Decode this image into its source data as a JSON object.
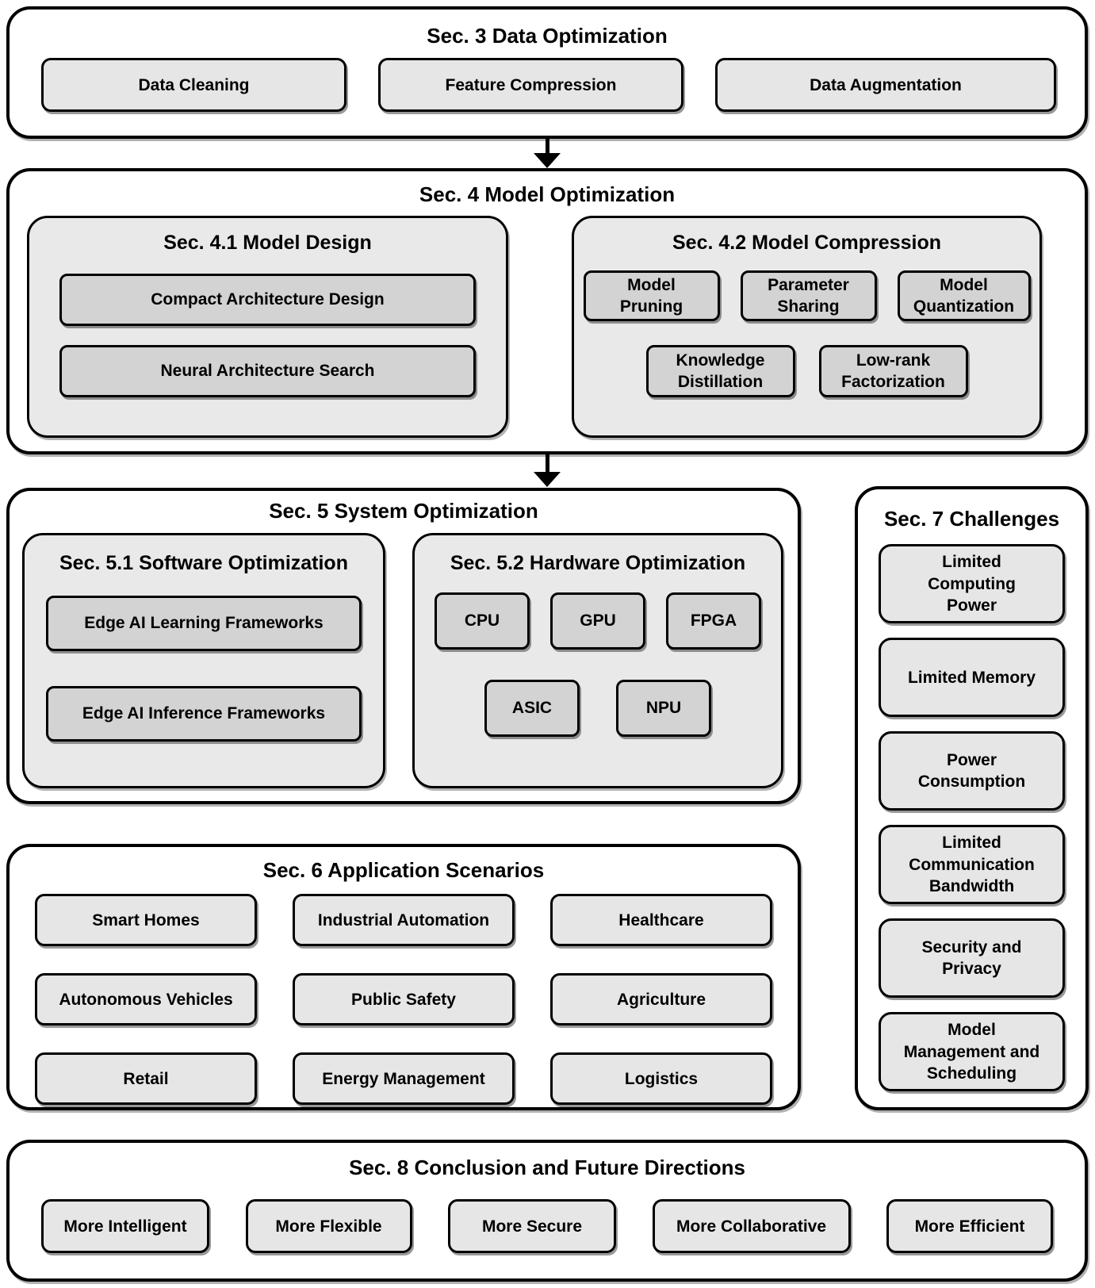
{
  "colors": {
    "background": "#ffffff",
    "section_fill": "#ffffff",
    "container_fill": "#e9e9e9",
    "box_fill_light": "#e6e6e6",
    "box_fill_dark": "#d3d3d3",
    "border": "#000000",
    "text": "#000000"
  },
  "sections": {
    "sec3": {
      "title": "Sec. 3 Data Optimization",
      "items": [
        "Data Cleaning",
        "Feature Compression",
        "Data Augmentation"
      ]
    },
    "sec4": {
      "title": "Sec. 4 Model Optimization",
      "sub41": {
        "title": "Sec. 4.1 Model Design",
        "items": [
          "Compact Architecture Design",
          "Neural Architecture Search"
        ]
      },
      "sub42": {
        "title": "Sec. 4.2 Model Compression",
        "row1": [
          "Model\nPruning",
          "Parameter\nSharing",
          "Model\nQuantization"
        ],
        "row2": [
          "Knowledge\nDistillation",
          "Low-rank\nFactorization"
        ]
      }
    },
    "sec5": {
      "title": "Sec. 5 System Optimization",
      "sub51": {
        "title": "Sec. 5.1 Software Optimization",
        "items": [
          "Edge AI Learning Frameworks",
          "Edge AI Inference Frameworks"
        ]
      },
      "sub52": {
        "title": "Sec. 5.2 Hardware Optimization",
        "row1": [
          "CPU",
          "GPU",
          "FPGA"
        ],
        "row2": [
          "ASIC",
          "NPU"
        ]
      }
    },
    "sec6": {
      "title": "Sec. 6 Application Scenarios",
      "rows": [
        [
          "Smart Homes",
          "Industrial Automation",
          "Healthcare"
        ],
        [
          "Autonomous Vehicles",
          "Public Safety",
          "Agriculture"
        ],
        [
          "Retail",
          "Energy Management",
          "Logistics"
        ]
      ]
    },
    "sec7": {
      "title": "Sec. 7 Challenges",
      "items": [
        "Limited\nComputing\nPower",
        "Limited Memory",
        "Power\nConsumption",
        "Limited\nCommunication\nBandwidth",
        "Security and\nPrivacy",
        "Model\nManagement and\nScheduling"
      ]
    },
    "sec8": {
      "title": "Sec. 8 Conclusion and Future Directions",
      "items": [
        "More Intelligent",
        "More Flexible",
        "More Secure",
        "More Collaborative",
        "More Efficient"
      ]
    }
  }
}
